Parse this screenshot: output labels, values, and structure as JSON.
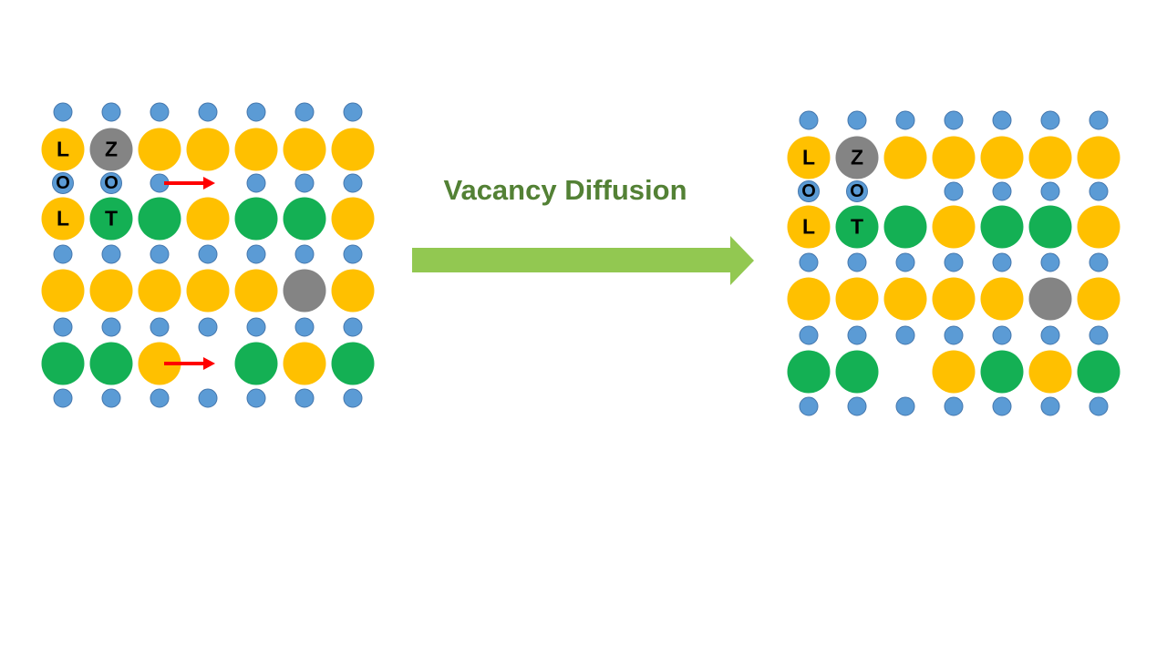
{
  "title": {
    "text": "Vacancy Diffusion"
  },
  "colors": {
    "background": "#FFFFFF",
    "title_text": "#538135",
    "big_arrow": "#92C851",
    "red_arrow": "#FF0000",
    "atom_yellow": "#FFC000",
    "atom_gray": "#848484",
    "atom_blue": "#5B9BD5",
    "atom_blue_border": "#4577AD",
    "atom_green": "#14B054",
    "atom_label_text": "#000000"
  },
  "atom_labels_visible": [
    "L",
    "Z",
    "O",
    "O",
    "L",
    "T"
  ],
  "lattices": [
    {
      "name": "before",
      "rows": [
        {
          "kind": "small",
          "cells": [
            {
              "type": "blue"
            },
            {
              "type": "blue"
            },
            {
              "type": "blue"
            },
            {
              "type": "blue"
            },
            {
              "type": "blue"
            },
            {
              "type": "blue"
            },
            {
              "type": "blue"
            }
          ]
        },
        {
          "kind": "large",
          "cells": [
            {
              "type": "yellow",
              "label": "L"
            },
            {
              "type": "gray",
              "label": "Z"
            },
            {
              "type": "yellow"
            },
            {
              "type": "yellow"
            },
            {
              "type": "yellow"
            },
            {
              "type": "yellow"
            },
            {
              "type": "yellow"
            }
          ]
        },
        {
          "kind": "small",
          "cells": [
            {
              "type": "blue",
              "label": "O"
            },
            {
              "type": "blue",
              "label": "O"
            },
            {
              "type": "blue",
              "arrow": true
            },
            {
              "type": "empty"
            },
            {
              "type": "blue"
            },
            {
              "type": "blue"
            },
            {
              "type": "blue"
            }
          ]
        },
        {
          "kind": "large",
          "cells": [
            {
              "type": "yellow",
              "label": "L"
            },
            {
              "type": "green",
              "label": "T"
            },
            {
              "type": "green"
            },
            {
              "type": "yellow"
            },
            {
              "type": "green"
            },
            {
              "type": "green"
            },
            {
              "type": "yellow"
            }
          ]
        },
        {
          "kind": "small",
          "cells": [
            {
              "type": "blue"
            },
            {
              "type": "blue"
            },
            {
              "type": "blue"
            },
            {
              "type": "blue"
            },
            {
              "type": "blue"
            },
            {
              "type": "blue"
            },
            {
              "type": "blue"
            }
          ]
        },
        {
          "kind": "large",
          "cells": [
            {
              "type": "yellow"
            },
            {
              "type": "yellow"
            },
            {
              "type": "yellow"
            },
            {
              "type": "yellow"
            },
            {
              "type": "yellow"
            },
            {
              "type": "gray"
            },
            {
              "type": "yellow"
            }
          ]
        },
        {
          "kind": "small",
          "cells": [
            {
              "type": "blue"
            },
            {
              "type": "blue"
            },
            {
              "type": "blue"
            },
            {
              "type": "blue"
            },
            {
              "type": "blue"
            },
            {
              "type": "blue"
            },
            {
              "type": "blue"
            }
          ]
        },
        {
          "kind": "large",
          "cells": [
            {
              "type": "green"
            },
            {
              "type": "green"
            },
            {
              "type": "yellow",
              "arrow": true
            },
            {
              "type": "empty"
            },
            {
              "type": "green"
            },
            {
              "type": "yellow"
            },
            {
              "type": "green"
            }
          ]
        },
        {
          "kind": "small",
          "cells": [
            {
              "type": "blue"
            },
            {
              "type": "blue"
            },
            {
              "type": "blue"
            },
            {
              "type": "blue"
            },
            {
              "type": "blue"
            },
            {
              "type": "blue"
            },
            {
              "type": "blue"
            }
          ]
        }
      ]
    },
    {
      "name": "after",
      "rows": [
        {
          "kind": "small",
          "cells": [
            {
              "type": "blue"
            },
            {
              "type": "blue"
            },
            {
              "type": "blue"
            },
            {
              "type": "blue"
            },
            {
              "type": "blue"
            },
            {
              "type": "blue"
            },
            {
              "type": "blue"
            }
          ]
        },
        {
          "kind": "large",
          "cells": [
            {
              "type": "yellow",
              "label": "L"
            },
            {
              "type": "gray",
              "label": "Z"
            },
            {
              "type": "yellow"
            },
            {
              "type": "yellow"
            },
            {
              "type": "yellow"
            },
            {
              "type": "yellow"
            },
            {
              "type": "yellow"
            }
          ]
        },
        {
          "kind": "small",
          "cells": [
            {
              "type": "blue",
              "label": "O"
            },
            {
              "type": "blue",
              "label": "O"
            },
            {
              "type": "empty"
            },
            {
              "type": "blue"
            },
            {
              "type": "blue"
            },
            {
              "type": "blue"
            },
            {
              "type": "blue"
            }
          ]
        },
        {
          "kind": "large",
          "cells": [
            {
              "type": "yellow",
              "label": "L"
            },
            {
              "type": "green",
              "label": "T"
            },
            {
              "type": "green"
            },
            {
              "type": "yellow"
            },
            {
              "type": "green"
            },
            {
              "type": "green"
            },
            {
              "type": "yellow"
            }
          ]
        },
        {
          "kind": "small",
          "cells": [
            {
              "type": "blue"
            },
            {
              "type": "blue"
            },
            {
              "type": "blue"
            },
            {
              "type": "blue"
            },
            {
              "type": "blue"
            },
            {
              "type": "blue"
            },
            {
              "type": "blue"
            }
          ]
        },
        {
          "kind": "large",
          "cells": [
            {
              "type": "yellow"
            },
            {
              "type": "yellow"
            },
            {
              "type": "yellow"
            },
            {
              "type": "yellow"
            },
            {
              "type": "yellow"
            },
            {
              "type": "gray"
            },
            {
              "type": "yellow"
            }
          ]
        },
        {
          "kind": "small",
          "cells": [
            {
              "type": "blue"
            },
            {
              "type": "blue"
            },
            {
              "type": "blue"
            },
            {
              "type": "blue"
            },
            {
              "type": "blue"
            },
            {
              "type": "blue"
            },
            {
              "type": "blue"
            }
          ]
        },
        {
          "kind": "large",
          "cells": [
            {
              "type": "green"
            },
            {
              "type": "green"
            },
            {
              "type": "empty"
            },
            {
              "type": "yellow"
            },
            {
              "type": "green"
            },
            {
              "type": "yellow"
            },
            {
              "type": "green"
            }
          ]
        },
        {
          "kind": "small",
          "cells": [
            {
              "type": "blue"
            },
            {
              "type": "blue"
            },
            {
              "type": "blue"
            },
            {
              "type": "blue"
            },
            {
              "type": "blue"
            },
            {
              "type": "blue"
            },
            {
              "type": "blue"
            }
          ]
        }
      ]
    }
  ]
}
